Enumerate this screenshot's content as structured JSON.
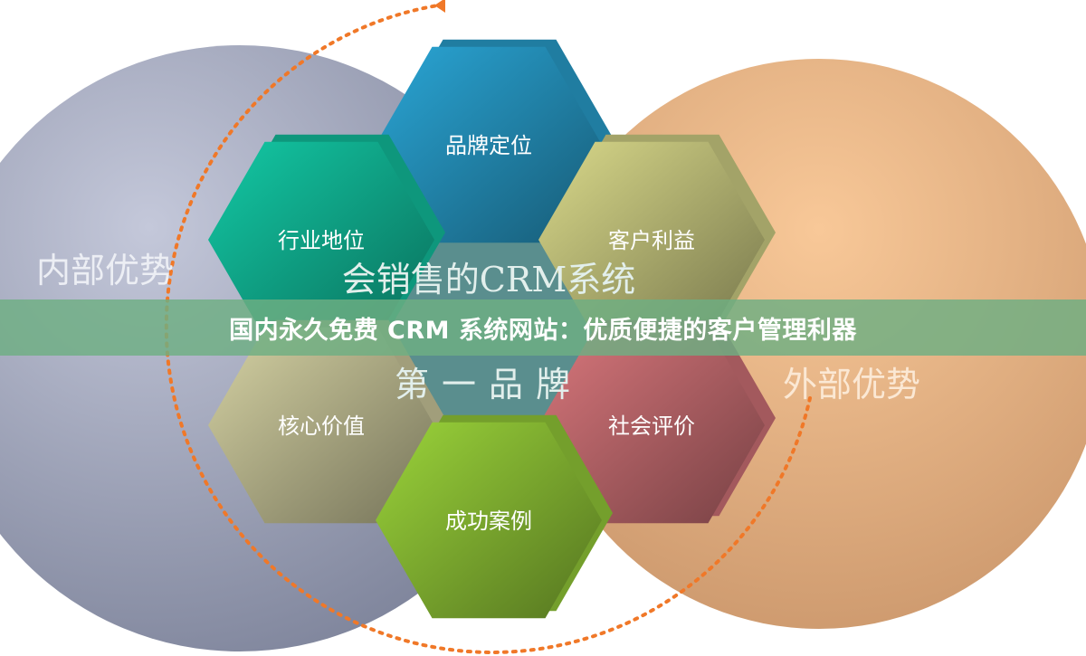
{
  "title": "国内永久免费 CRM 系统网站：优质便捷的客户管理利器",
  "diagram": {
    "left_circle_label": "内部优势",
    "right_circle_label": "外部优势",
    "center_line1": "会销售的CRM系统",
    "center_line2": "第一品牌",
    "hexagons": [
      {
        "label": "品牌定位",
        "color": "#2aa6d6"
      },
      {
        "label": "行业地位",
        "color": "#13c9a5"
      },
      {
        "label": "客户利益",
        "color": "#d9d98a"
      },
      {
        "label": "核心价值",
        "color": "#d6d3a4"
      },
      {
        "label": "社会评价",
        "color": "#d9777c"
      },
      {
        "label": "成功案例",
        "color": "#9bd43a"
      }
    ],
    "colors": {
      "left_circle": "#9da3bd",
      "right_circle": "#f0b98a",
      "arc": "#f07828",
      "center": "#5a8e8e"
    }
  }
}
